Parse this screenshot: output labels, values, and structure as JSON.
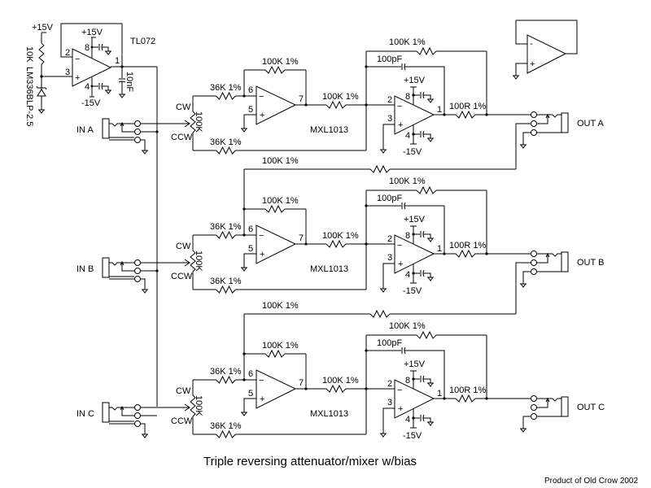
{
  "title": "Triple reversing attenuator/mixer w/bias",
  "credit": "Product of Old Crow 2002",
  "bias": {
    "supply_label": "+15V",
    "resistor_label": "10K",
    "reference_label": "LM336BLP-2.5",
    "opamp_label": "TL072",
    "opamp_pos_supply": "+15V",
    "opamp_neg_supply": "-15V",
    "pin_inv": "2",
    "pin_noninv": "3",
    "pin_out": "1",
    "pin_vplus": "8",
    "pin_vminus": "4",
    "cap_label": "10nF"
  },
  "channels": [
    {
      "input_label": "IN A",
      "output_label": "OUT A",
      "pot_cw": "CW",
      "pot_ccw": "CCW",
      "pot_value": "100K",
      "r_in_top": "36K 1%",
      "r_in_bottom": "36K 1%",
      "stage1_feedback": "100K 1%",
      "stage1_opamp": "MXL1013",
      "stage1_pin_inv": "6",
      "stage1_pin_noninv": "5",
      "stage1_pin_out": "7",
      "r_between": "100K 1%",
      "stage2_feedback_r": "100K 1%",
      "stage2_feedback_c": "100pF",
      "stage2_pos_supply": "+15V",
      "stage2_neg_supply": "-15V",
      "stage2_pin_inv": "2",
      "stage2_pin_noninv": "3",
      "stage2_pin_out": "1",
      "stage2_pin_vplus": "8",
      "stage2_pin_vminus": "4",
      "r_out": "100R 1%",
      "mix_resistor": ""
    },
    {
      "input_label": "IN B",
      "output_label": "OUT B",
      "pot_cw": "CW",
      "pot_ccw": "CCW",
      "pot_value": "100K",
      "r_in_top": "36K 1%",
      "r_in_bottom": "36K 1%",
      "stage1_feedback": "100K 1%",
      "stage1_opamp": "MXL1013",
      "stage1_pin_inv": "6",
      "stage1_pin_noninv": "5",
      "stage1_pin_out": "7",
      "r_between": "100K 1%",
      "stage2_feedback_r": "100K 1%",
      "stage2_feedback_c": "100pF",
      "stage2_pos_supply": "+15V",
      "stage2_neg_supply": "-15V",
      "stage2_pin_inv": "2",
      "stage2_pin_noninv": "3",
      "stage2_pin_out": "1",
      "stage2_pin_vplus": "8",
      "stage2_pin_vminus": "4",
      "r_out": "100R 1%",
      "mix_resistor": "100K 1%"
    },
    {
      "input_label": "IN C",
      "output_label": "OUT C",
      "pot_cw": "CW",
      "pot_ccw": "CCW",
      "pot_value": "100K",
      "r_in_top": "36K 1%",
      "r_in_bottom": "36K 1%",
      "stage1_feedback": "100K 1%",
      "stage1_opamp": "MXL1013",
      "stage1_pin_inv": "6",
      "stage1_pin_noninv": "5",
      "stage1_pin_out": "7",
      "r_between": "100K 1%",
      "stage2_feedback_r": "100K 1%",
      "stage2_feedback_c": "100pF",
      "stage2_pos_supply": "+15V",
      "stage2_neg_supply": "-15V",
      "stage2_pin_inv": "2",
      "stage2_pin_noninv": "3",
      "stage2_pin_out": "1",
      "stage2_pin_vplus": "8",
      "stage2_pin_vminus": "4",
      "r_out": "100R 1%",
      "mix_resistor": "100K 1%"
    }
  ],
  "unused_opamp": {
    "pin_inv_symbol": "-",
    "pin_noninv_symbol": "+"
  }
}
